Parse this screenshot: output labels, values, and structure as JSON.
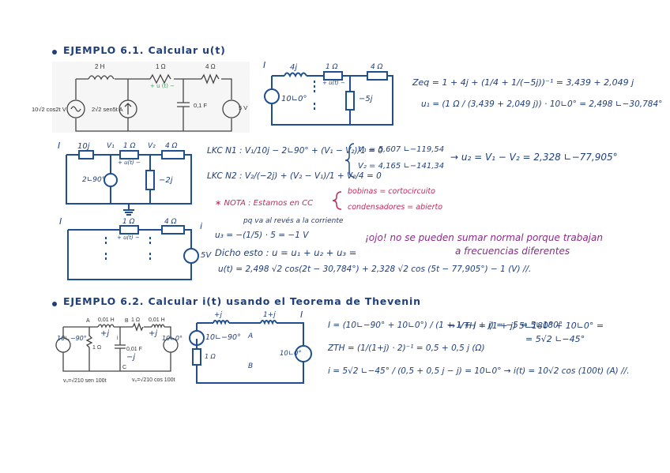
{
  "ex1": {
    "title": "EJEMPLO 6.1. Calcular u(t)",
    "printed": {
      "l": "2 H",
      "r1": "1 Ω",
      "r2": "4 Ω",
      "src1": "10√2 cos2t V",
      "src2": "2√2 sen5t A",
      "meas": "+ u (t) −",
      "cap": "0,1 F",
      "dc": "5 V"
    },
    "c1": {
      "i": "I",
      "zl": "4j",
      "r1": "1 Ω",
      "meas": "+ u(t) −",
      "r2": "4 Ω",
      "zc": "−5j",
      "src": "10∟0°"
    },
    "zeq": "Zeq = 1 + 4j + (1/4 + 1/(−5j))⁻¹ = 3,439 + 2,049 j",
    "u1": "u₁ = (1 Ω / (3,439 + 2,049 j)) · 10∟0° = 2,498 ∟−30,784°",
    "c2": {
      "i": "I",
      "zl": "10j",
      "v1": "V₁",
      "r1": "1 Ω",
      "v2": "V₂",
      "r2": "4 Ω",
      "meas": "+ u(t) −",
      "src": "2∟90°",
      "zc": "−2j"
    },
    "lkc1": "LKC N1 : V₁/10j − 2∟90° + (V₁ − V₂)/1 = 0",
    "lkc2": "LKC N2 : V₂/(−2j) + (V₂ − V₁)/1 + V₂/4 = 0",
    "v1": "V₁ = 5,607 ∟−119,54",
    "v2": "V₂ = 4,165 ∟−141,34",
    "u2": "→ u₂ = V₁ − V₂ = 2,328 ∟−77,905°",
    "nota": "∗ NOTA : Estamos en CC",
    "bobinas": "bobinas = cortocircuito",
    "cond": "condensadores = abierto",
    "c3": {
      "i": "I",
      "r1": "1 Ω",
      "r2": "4 Ω",
      "meas": "+ u(t) −",
      "src": "5V",
      "ii": "i"
    },
    "pq": "pq va al revés a la corriente",
    "u3": "u₃ = −(1/5) · 5 = −1 V",
    "ojo": "¡ojo! no se pueden sumar normal porque trabajan",
    "ojo2": "a frecuencias diferentes",
    "dicho": "Dicho esto : u = u₁ + u₂ + u₃ =",
    "ut": "u(t) = 2,498 √2 cos(2t − 30,784°) + 2,328 √2 cos (5t − 77,905°) − 1 (V) //."
  },
  "ex2": {
    "title": "EJEMPLO 6.2. Calcular i(t) usando el Teorema de Thevenin",
    "printed": {
      "a": "A",
      "b": "B",
      "c": "C",
      "r1": "0,01 H",
      "r2": "1 Ω",
      "r3": "0,01 H",
      "rm": "1 Ω",
      "cap": "0,01 F",
      "vs": "vₛ=√210 sen 100t",
      "vo": "v₀=√210 cos 100t",
      "i": "i",
      "j1": "+j",
      "j2": "−j",
      "j3": "+j",
      "s1": "10∟−90°",
      "s2": "10∟0°"
    },
    "c4": {
      "j1": "+j",
      "j2": "1+j",
      "i": "I",
      "s1": "10∟−90°",
      "a": "A",
      "r": "1 Ω",
      "b": "B",
      "s2": "10∟0°"
    },
    "eq1": "I = (10∟−90° + 10∟0°) / (1 + 1 + j + j) = −5 = 5∟180°",
    "vth": "→ VTH = (1 + j) 5∟180° + 10∟0° =",
    "vth2": "= 5√2 ∟−45°",
    "zth": "ZTH = (1/(1+j) · 2)⁻¹ = 0,5 + 0,5 j (Ω)",
    "ieq": "i = 5√2 ∟−45° / (0,5 + 0,5 j − j) = 10∟0° → i(t) = 10√2 cos (100t) (A) //."
  }
}
